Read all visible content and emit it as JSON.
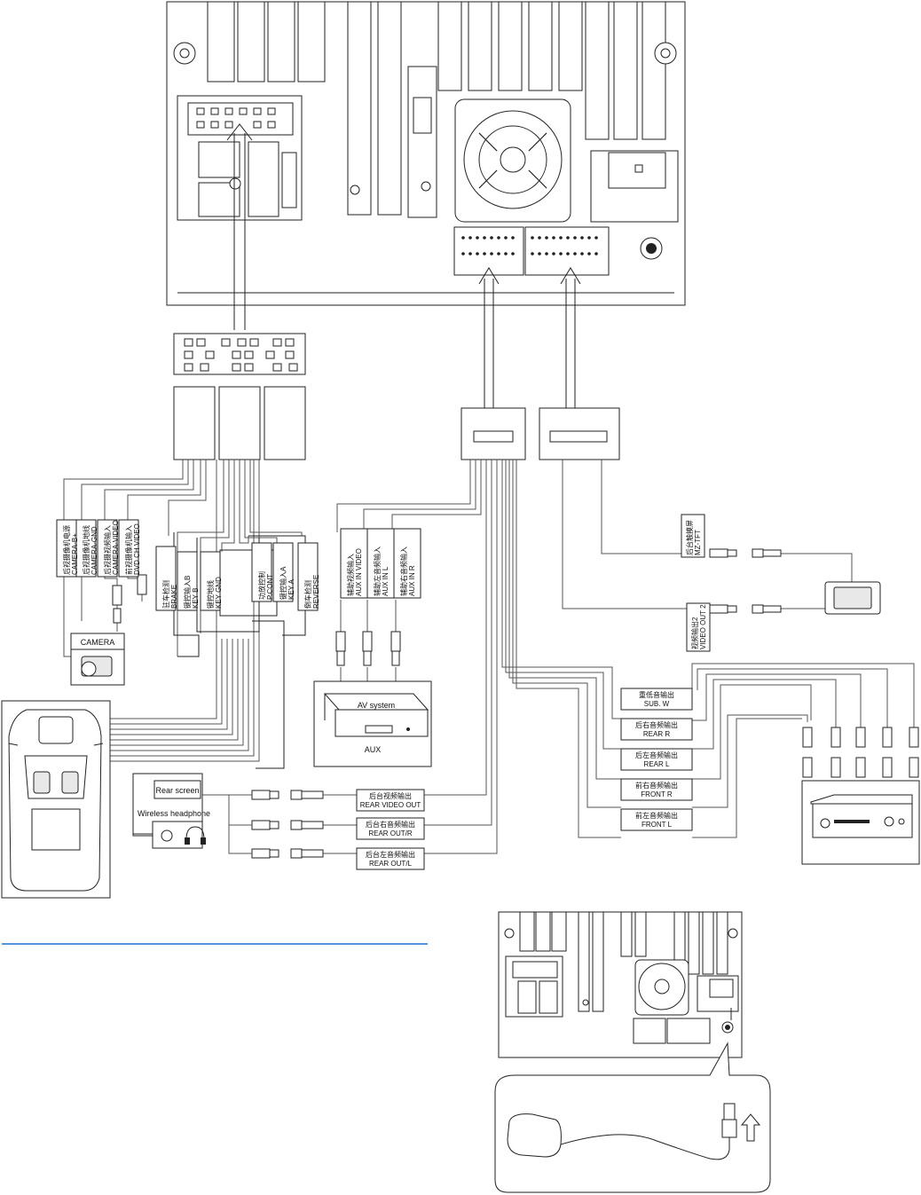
{
  "camera_inputs": {
    "camera_power": "后视摄像机电源\nCAMERA-B+",
    "camera_gnd": "后视摄像机地线\nCAMERA-GND",
    "camera_video": "后视摄视频输入\nCAMERA-VIDEO",
    "dvd_video": "前视摄像机输入\nDVD CH VIDEO"
  },
  "control_inputs": {
    "brake": "驻车检测\nBRAKE",
    "key_b": "键控输入B\nKEY B",
    "key_gnd": "键控地线\nKEY GND",
    "p_cont": "功放控制\nP.CONT",
    "key_a": "键控输入A\nKEY A",
    "reverse": "倒车检测\nREVERSE"
  },
  "aux_inputs": {
    "aux_video": "辅助视频输入\nAUX IN VIDEO",
    "aux_l": "辅助左音频输入\nAUX IN L",
    "aux_r": "辅助右音频输入\nAUX IN R"
  },
  "tft": {
    "rear_tft": "后台触摸屏\nMZ-TFT",
    "video_out2": "视频输出2\nVIDEO OUT 2"
  },
  "devices": {
    "camera": "CAMERA",
    "av_system": "AV system",
    "aux": "AUX",
    "rear_screen": "Rear screen",
    "wireless_headphone": "Wireless headphone"
  },
  "audio_outputs": [
    {
      "cn": "重低音输出",
      "en": "SUB. W"
    },
    {
      "cn": "后右音频输出",
      "en": "REAR R"
    },
    {
      "cn": "后左音频输出",
      "en": "REAR L"
    },
    {
      "cn": "前右音频输出",
      "en": "FRONT R"
    },
    {
      "cn": "前左音频输出",
      "en": "FRONT L"
    }
  ],
  "rear_outputs": [
    {
      "cn": "后台视频输出",
      "en": "REAR VIDEO OUT"
    },
    {
      "cn": "后台右音频输出",
      "en": "REAR OUT/R"
    },
    {
      "cn": "后台左音频输出",
      "en": "REAR OUT/L"
    }
  ],
  "colors": {
    "divider": "#1f6fd6"
  }
}
